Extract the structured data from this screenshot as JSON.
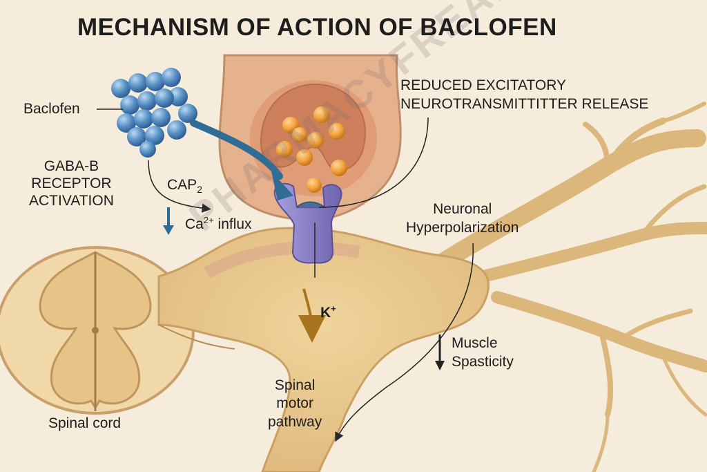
{
  "title": "MECHANISM OF ACTION OF BACLOFEN",
  "labels": {
    "baclofen": "Baclofen",
    "gaba_receptor": [
      "GABA-B",
      "RECEPTOR",
      "ACTIVATION"
    ],
    "cap2_base": "CAP",
    "cap2_sub": "2",
    "ca_base": "Ca",
    "ca_sup": "2+",
    "ca_rest": " influx",
    "reduced_release": [
      "REDUCED EXCITATORY",
      "NEUROTRANSMITTITTER RELEASE"
    ],
    "hyperpolarization": [
      "Neuronal",
      "Hyperpolarization"
    ],
    "k_base": "K",
    "k_sup": "+",
    "muscle_spasticity": [
      "Muscle",
      "Spasticity"
    ],
    "spinal_motor_pathway": [
      "Spinal",
      "motor",
      "pathway"
    ],
    "spinal_cord": "Spinal cord"
  },
  "watermark": "PHARMACYFREAK",
  "colors": {
    "background": "#f6ecdc",
    "tissue": "#e8c48e",
    "terminal": "#e2a784",
    "vesicle": "#f0a23a",
    "receptor": "#8c82c8",
    "drug": "#4f86c0",
    "arrow_blue": "#2f6d94",
    "arrow_gold": "#a8741e"
  }
}
